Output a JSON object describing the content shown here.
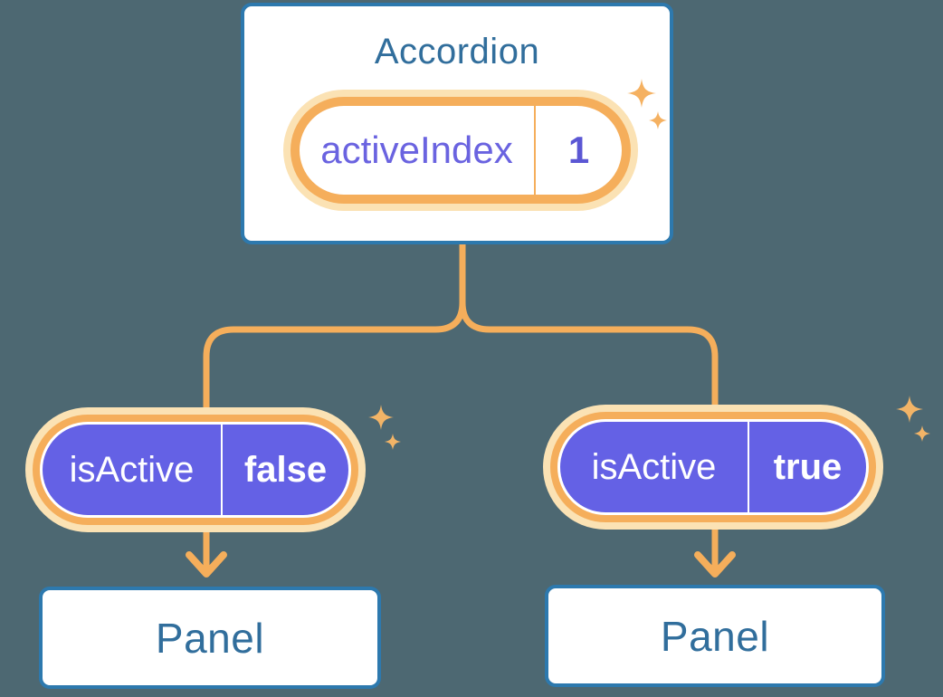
{
  "diagram": {
    "accordion": {
      "title": "Accordion",
      "state": {
        "label": "activeIndex",
        "value": "1"
      }
    },
    "children": [
      {
        "prop": {
          "label": "isActive",
          "value": "false"
        },
        "panel": {
          "title": "Panel"
        }
      },
      {
        "prop": {
          "label": "isActive",
          "value": "true"
        },
        "panel": {
          "title": "Panel"
        }
      }
    ]
  },
  "icons": {
    "sparkle": "four-point-star"
  },
  "colors": {
    "background": "#4D6872",
    "card_fill": "#FFFFFF",
    "card_border": "#2D79AE",
    "heading_text": "#316E9C",
    "connector_orange": "#F5AE5B",
    "glow_cream": "#FBE2B4",
    "pill_purple": "#6461E5",
    "state_label_text": "#6A63E0",
    "state_value_text": "#5B57D4",
    "prop_text": "#FFFFFF",
    "sparkle_orange": "#F2B467"
  }
}
